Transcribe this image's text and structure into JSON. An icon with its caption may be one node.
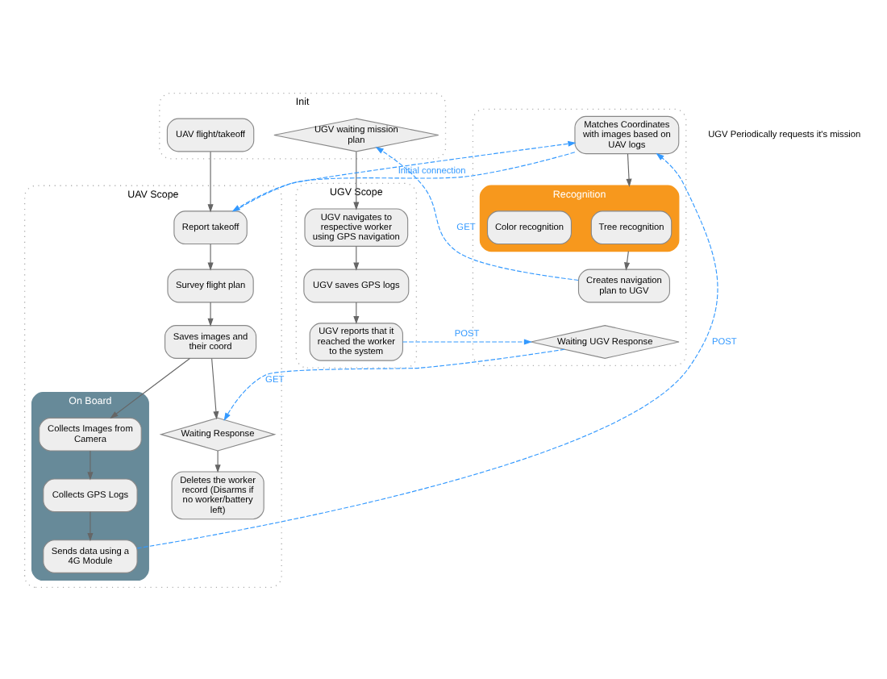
{
  "diagram": {
    "nodes": [
      {
        "text": [
          "Init"
        ]
      },
      {
        "text": [
          "UAV flight/takeoff"
        ],
        "in": 0
      },
      {
        "text": [
          "UGV waiting mission plan"
        ],
        "in": 0
      },
      {
        "text": [
          "UAV Scope"
        ]
      },
      {
        "text": [
          "Report takeoff"
        ],
        "in": 3
      },
      {
        "text": [
          "Survey flight plan"
        ],
        "in": 3
      },
      {
        "text": [
          "Saves images and their coord"
        ],
        "in": 3
      },
      {
        "text": [
          "On Board"
        ],
        "in": 3
      },
      {
        "text": [
          "Collects Images from Camera"
        ],
        "in": 7
      },
      {
        "text": [
          "Collects GPS Logs"
        ],
        "in": 7
      },
      {
        "text": [
          "Sends data using a 4G Module"
        ],
        "in": 7
      },
      {
        "text": [
          "Waiting Response"
        ],
        "in": 3
      },
      {
        "text": [
          "Deletes the worker record (Disarms if no worker/battery left)"
        ],
        "in": 3
      },
      {
        "text": [],
        "shape": "box"
      },
      {
        "text": [
          "Matches Coordinates with images based on UAV logs"
        ],
        "in": 13
      },
      {
        "text": [
          "Recognition"
        ],
        "in": 13
      },
      {
        "text": [
          "Tree recognition"
        ],
        "in": 15
      },
      {
        "text": [
          "Color recognition"
        ],
        "in": 15
      },
      {
        "text": [
          "Creates navigation plan to UGV"
        ],
        "in": 13
      },
      {
        "text": [
          "Waiting UGV Response"
        ],
        "in": 13
      },
      {
        "text": [
          "UGV Scope"
        ]
      },
      {
        "text": [
          "UGV navigates to respective worker using GPS navigation"
        ],
        "in": 20
      },
      {
        "text": [
          "UGV saves GPS logs"
        ],
        "in": 20
      },
      {
        "text": [
          "UGV reports that it reached the worker to the system"
        ],
        "in": 20
      }
    ],
    "edges": [
      {
        "from": 1,
        "to": 4,
        "arrow": "to"
      },
      {
        "from": 4,
        "to": 14,
        "arrow": "to",
        "label": "Initial connection",
        "style": "dashed",
        "color": "#3399ff"
      },
      {
        "from": 14,
        "to": 4,
        "arrow": "to",
        "style": "dashed",
        "color": "#3399ff"
      },
      {
        "from": 4,
        "to": 5,
        "arrow": "to"
      },
      {
        "from": 5,
        "to": 6,
        "arrow": "to"
      },
      {
        "from": 6,
        "to": 8,
        "arrow": "to"
      },
      {
        "from": 8,
        "to": 9,
        "arrow": "to"
      },
      {
        "from": 9,
        "to": 10,
        "arrow": "to"
      },
      {
        "from": 6,
        "to": 11,
        "arrow": "to"
      },
      {
        "from": 11,
        "to": 12,
        "arrow": "to"
      },
      {
        "from": 10,
        "to": 14,
        "arrow": "to",
        "label": "POST",
        "style": "dashed",
        "color": "#3399ff"
      },
      {
        "from": 19,
        "to": 11,
        "arrow": "to",
        "label": "GET",
        "style": "dashed",
        "color": "#3399ff"
      },
      {
        "from": 14,
        "to": 15,
        "arrow": "to"
      },
      {
        "from": 15,
        "to": 18,
        "arrow": "to"
      },
      {
        "from": 18,
        "to": 2,
        "arrow": "to",
        "label": "GET",
        "style": "dashed",
        "color": "#3399ff"
      },
      {
        "from": 2,
        "to": 21,
        "arrow": "to"
      },
      {
        "from": 21,
        "to": 22,
        "arrow": "to"
      },
      {
        "from": 22,
        "to": 23,
        "arrow": "to"
      },
      {
        "from": 23,
        "to": 19,
        "arrow": "to",
        "label": "POST",
        "style": "dashed",
        "color": "#3399ff"
      }
    ],
    "labels": [
      "UGV Periodically requests it's mission"
    ]
  }
}
